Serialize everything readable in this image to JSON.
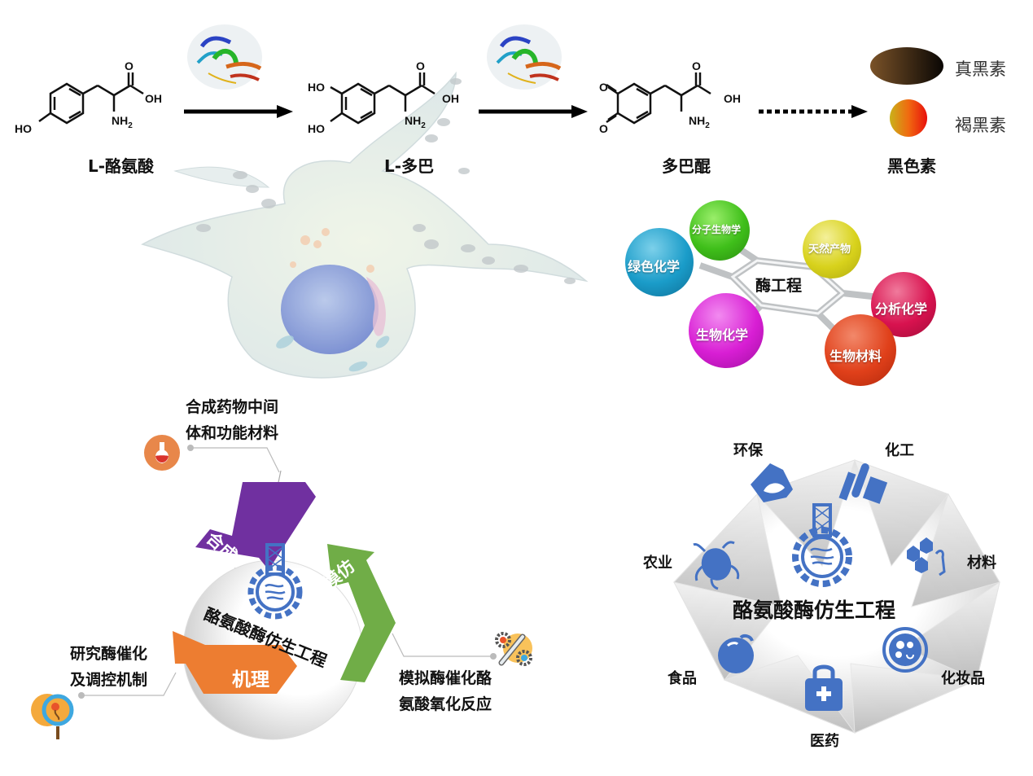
{
  "pathway": {
    "compounds": [
      {
        "name": "L-酪氨酸",
        "groups": [
          "HO",
          "NH2",
          "O",
          "OH"
        ]
      },
      {
        "name": "L-多巴",
        "groups": [
          "HO",
          "HO",
          "NH2",
          "O",
          "OH"
        ]
      },
      {
        "name": "多巴醌",
        "groups": [
          "O",
          "O",
          "NH2",
          "O",
          "OH"
        ]
      },
      {
        "name": "黑色素",
        "groups": []
      }
    ],
    "chem_labels": {
      "ho": "HO",
      "oh": "OH",
      "o": "O",
      "nh": "NH",
      "sub2": "2"
    },
    "melanins": [
      {
        "label": "真黑素",
        "color": "#3b2614"
      },
      {
        "label": "褐黑素",
        "color": "#e8410c"
      }
    ],
    "enzyme_icons": [
      "tyrosinase-protein-structure",
      "tyrosinase-protein-structure"
    ]
  },
  "enzyme_engineering": {
    "center": "酶工程",
    "balls": [
      {
        "label": "分子生物学",
        "color": "#3fbf1a"
      },
      {
        "label": "天然产物",
        "color": "#d8d21c"
      },
      {
        "label": "绿色化学",
        "color": "#1a9cc9"
      },
      {
        "label": "分析化学",
        "color": "#d8124f"
      },
      {
        "label": "生物化学",
        "color": "#d81ed4"
      },
      {
        "label": "生物材料",
        "color": "#e0401a"
      }
    ]
  },
  "cycle": {
    "center": "酪氨酸酶仿生工程",
    "arrows": [
      {
        "label": "合成",
        "color": "#7030a0"
      },
      {
        "label": "模仿",
        "color": "#70ad47"
      },
      {
        "label": "机理",
        "color": "#ed7d31"
      }
    ],
    "callouts": [
      {
        "lines": [
          "合成药物中间",
          "体和功能材料"
        ],
        "icon": "flask-icon"
      },
      {
        "lines": [
          "研究酶催化",
          "及调控机制"
        ],
        "icon": "magnifier-cell-icon"
      },
      {
        "lines": [
          "模拟酶催化酪",
          "氨酸氧化反应"
        ],
        "icon": "wrench-gears-icon"
      }
    ]
  },
  "applications": {
    "center": "酪氨酸酶仿生工程",
    "accent": "#4472c4",
    "sectors": [
      {
        "label": "环保",
        "icon": "eco-house-leaf-icon"
      },
      {
        "label": "化工",
        "icon": "chemical-plant-icon"
      },
      {
        "label": "材料",
        "icon": "molecule-hand-icon"
      },
      {
        "label": "化妆品",
        "icon": "face-mask-icon"
      },
      {
        "label": "医药",
        "icon": "medical-kit-icon"
      },
      {
        "label": "食品",
        "icon": "tomato-icon"
      },
      {
        "label": "农业",
        "icon": "bug-icon"
      }
    ]
  }
}
